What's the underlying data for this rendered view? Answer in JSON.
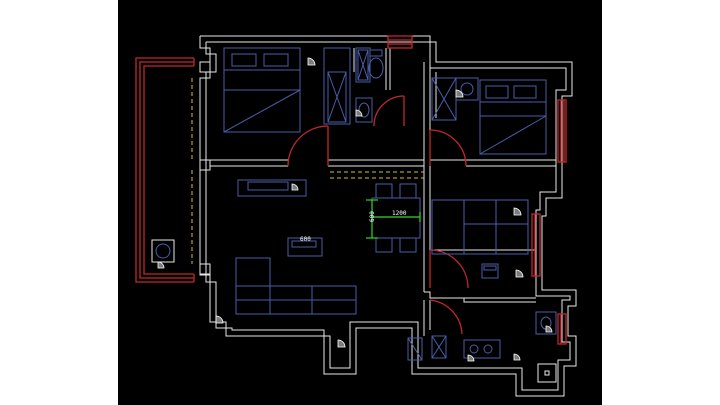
{
  "drawing": {
    "background_color": "#000000",
    "page_color": "#ffffff",
    "wall_color": "#e8e8e8",
    "furniture_color": "#4a5ea8",
    "door_color": "#c0282c",
    "dashed_line_color": "#d6c21e",
    "dimension_color": "#33d633"
  },
  "dimensions": {
    "width_label": "1200",
    "height_label": "600",
    "table_label": "600"
  }
}
